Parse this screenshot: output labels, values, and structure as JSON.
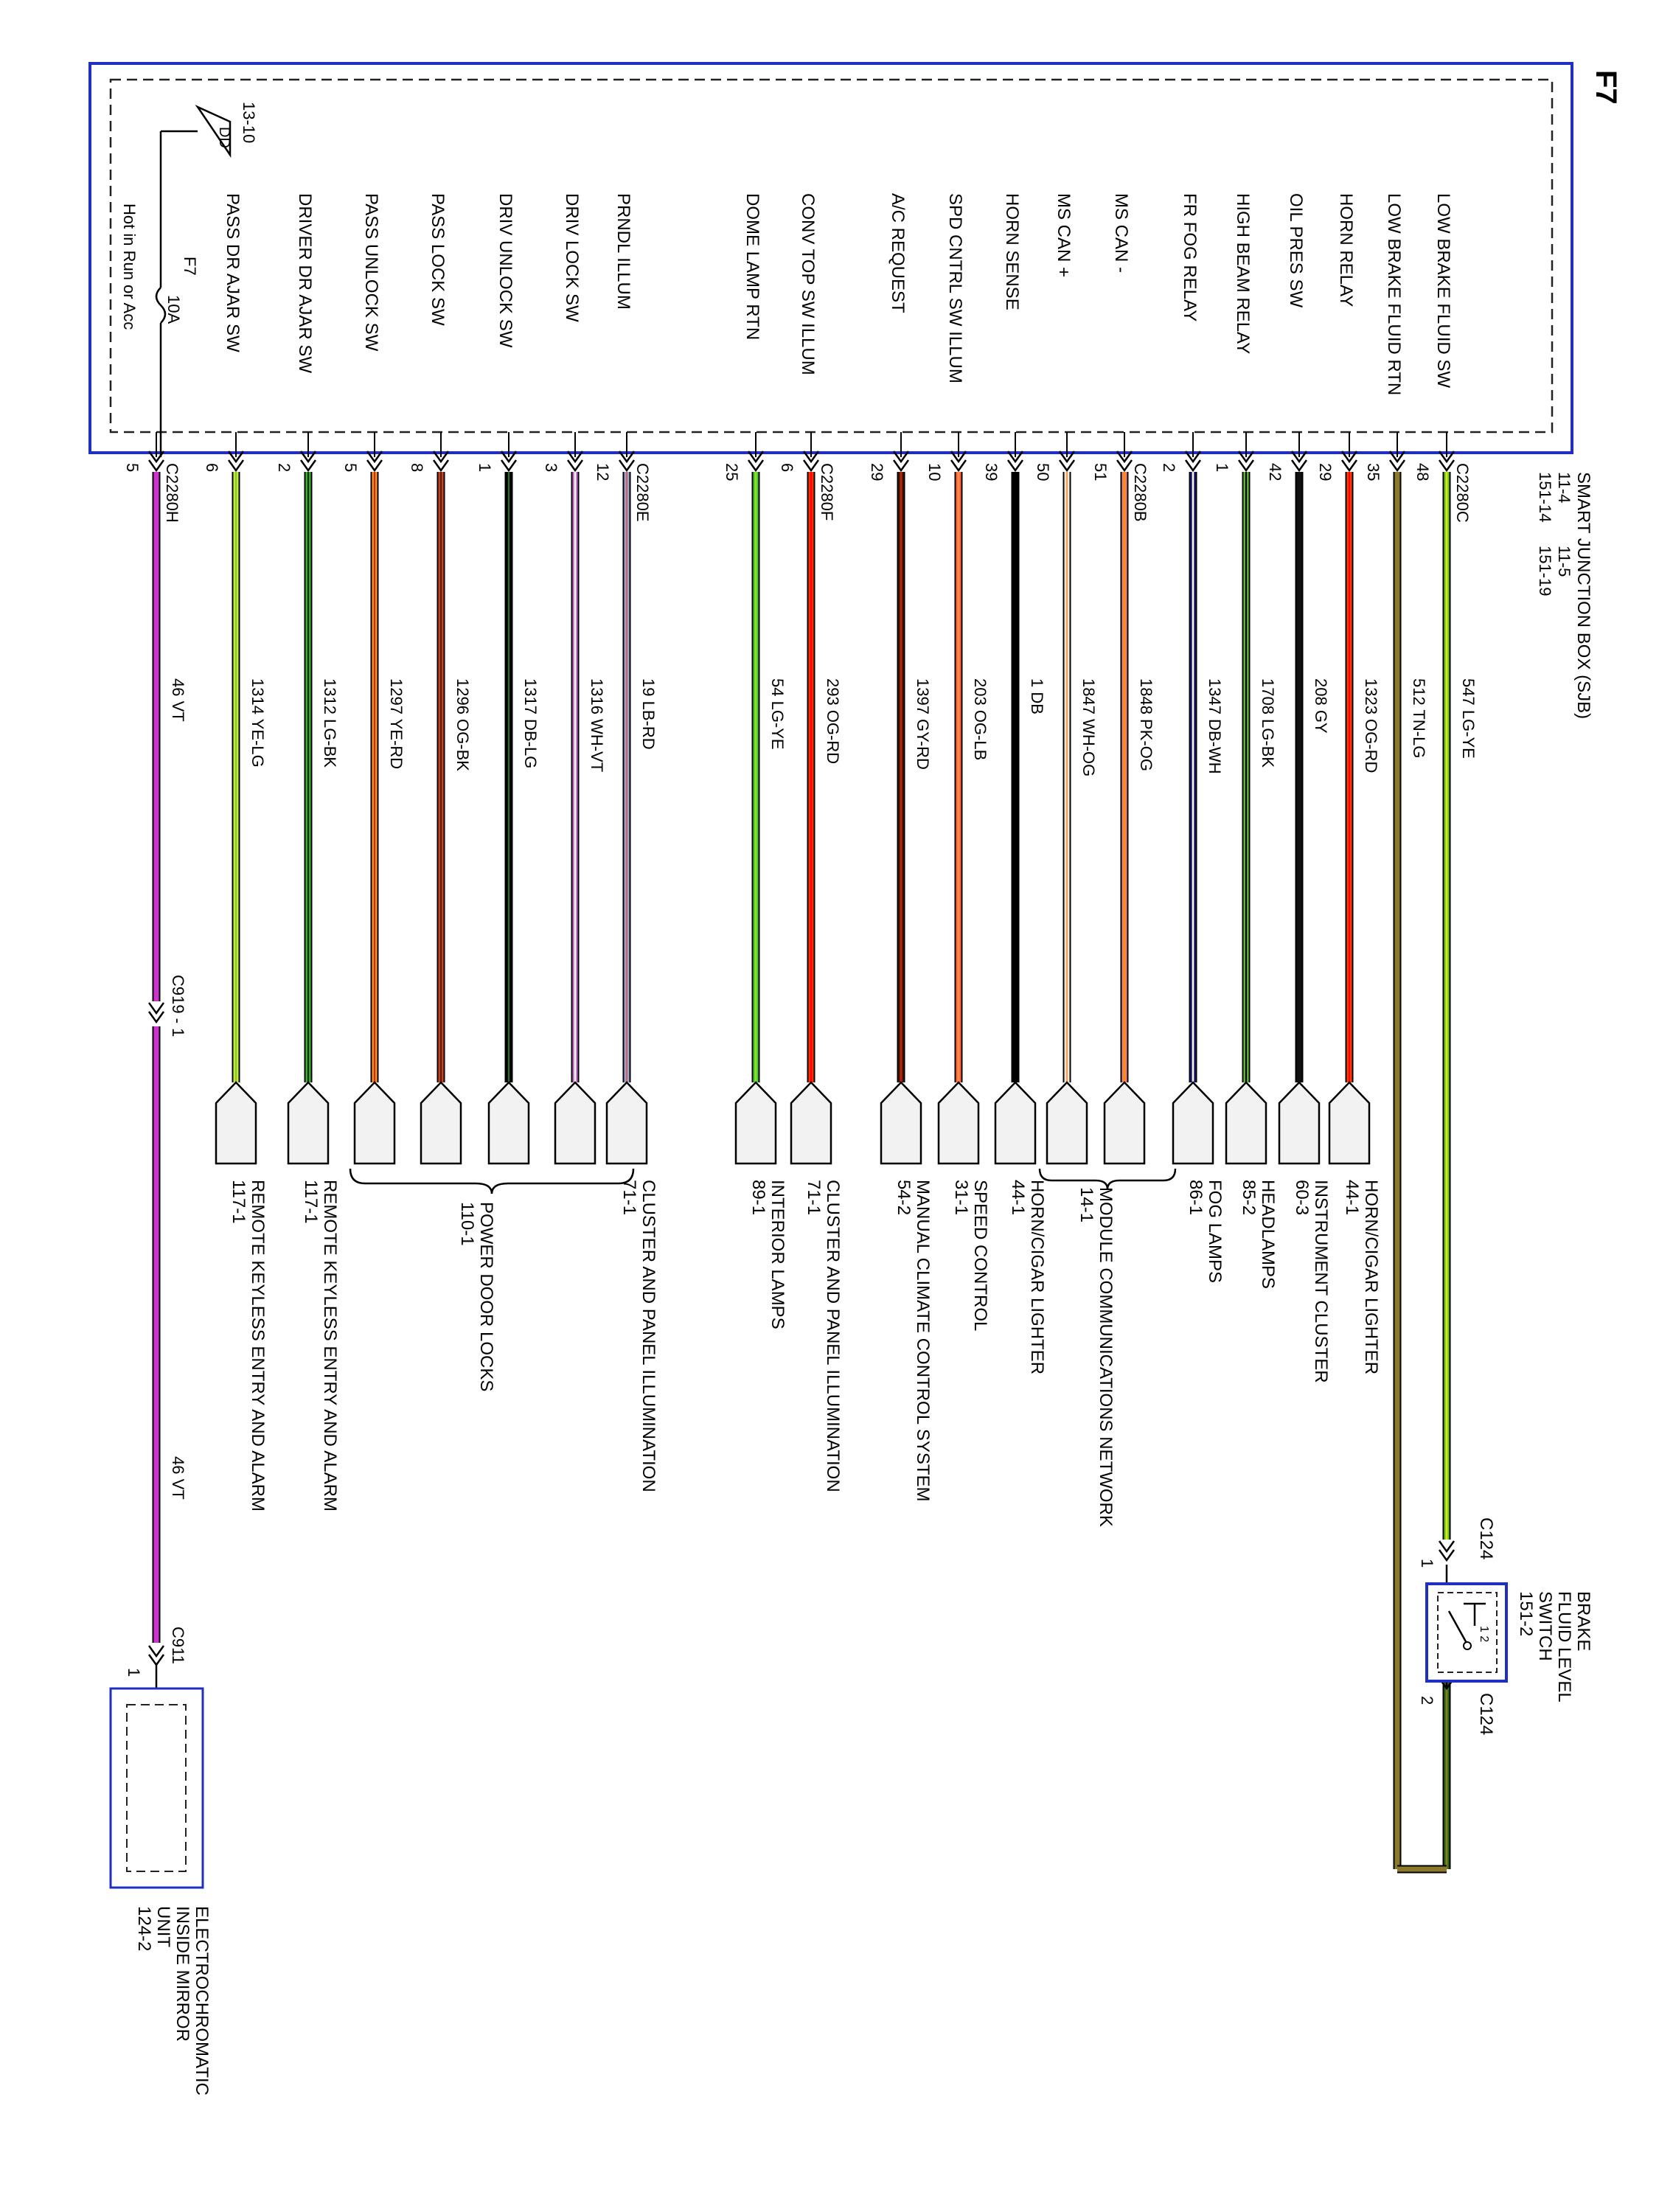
{
  "page_label": "F7",
  "sjb": {
    "title": "SMART JUNCTION BOX (SJB)",
    "refs": [
      "11-4",
      "11-5",
      "151-14",
      "151-19"
    ],
    "power_note": "Hot in Run or Acc",
    "ground_ref": "13-10",
    "ground_tag": "DD",
    "fuse": {
      "label": "F7",
      "rating": "10A"
    }
  },
  "circuits": [
    {
      "func": "LOW BRAKE FLUID SW",
      "pin": "48",
      "conn": "C2280C",
      "num": "547",
      "color": "LG-YE",
      "c1": "#66cc33",
      "c2": "#e6e600",
      "dest": "brake"
    },
    {
      "func": "LOW BRAKE FLUID RTN",
      "pin": "35",
      "conn": "",
      "num": "512",
      "color": "TN-LG",
      "c1": "#8a7a2a",
      "c2": "#8a7a2a",
      "dest": "brake"
    },
    {
      "func": "HORN RELAY",
      "pin": "29",
      "conn": "",
      "num": "1323",
      "color": "OG-RD",
      "c1": "#ff4400",
      "c2": "#ff0000",
      "dest": "HORN/CIGAR LIGHTER",
      "ref": "44-1"
    },
    {
      "func": "OIL PRES SW",
      "pin": "42",
      "conn": "",
      "num": "208",
      "color": "GY",
      "c1": "#111111",
      "c2": "#111111",
      "dest": "INSTRUMENT CLUSTER",
      "ref": "60-3"
    },
    {
      "func": "HIGH BEAM RELAY",
      "pin": "1",
      "conn": "",
      "num": "1708",
      "color": "LG-BK",
      "c1": "#66cc33",
      "c2": "#000000",
      "dest": "HEADLAMPS",
      "ref": "85-2"
    },
    {
      "func": "FR FOG RELAY",
      "pin": "2",
      "conn": "",
      "num": "1347",
      "color": "DB-WH",
      "c1": "#1a1a80",
      "c2": "#ffffff",
      "dest": "FOG LAMPS",
      "ref": "86-1"
    },
    {
      "func": "MS CAN -",
      "pin": "51",
      "conn": "C2280B",
      "num": "1848",
      "color": "PK-OG",
      "c1": "#f08080",
      "c2": "#ff8c00",
      "dest": ""
    },
    {
      "func": "MS CAN +",
      "pin": "50",
      "conn": "",
      "num": "1847",
      "color": "WH-OG",
      "c1": "#f5eedd",
      "c2": "#f0a060",
      "dest": ""
    },
    {
      "func": "HORN SENSE",
      "pin": "39",
      "conn": "",
      "num": "1",
      "color": "DB",
      "c1": "#000000",
      "c2": "#000000",
      "dest": "HORN/CIGAR LIGHTER",
      "ref": "44-1"
    },
    {
      "func": "SPD CNTRL SW ILLUM",
      "pin": "10",
      "conn": "",
      "num": "203",
      "color": "OG-LB",
      "c1": "#ff6a33",
      "c2": "#ff8855",
      "dest": "SPEED CONTROL",
      "ref": "31-1"
    },
    {
      "func": "A/C REQUEST",
      "pin": "29",
      "conn": "",
      "num": "1397",
      "color": "GY-RD",
      "c1": "#4a1a10",
      "c2": "#cc2200",
      "dest": "MANUAL CLIMATE CONTROL SYSTEM",
      "ref": "54-2"
    },
    {
      "func": "CONV TOP SW ILLUM",
      "pin": "6",
      "conn": "C2280F",
      "num": "293",
      "color": "OG-RD",
      "c1": "#ff3300",
      "c2": "#ff0000",
      "dest": "CLUSTER AND PANEL ILLUMINATION",
      "ref": "71-1"
    },
    {
      "func": "DOME LAMP RTN",
      "pin": "25",
      "conn": "",
      "num": "54",
      "color": "LG-YE",
      "c1": "#44cc33",
      "c2": "#99dd22",
      "dest": "INTERIOR LAMPS",
      "ref": "89-1"
    },
    {
      "func": "PRNDL ILLUM",
      "pin": "12",
      "conn": "C2280E",
      "num": "19",
      "color": "LB-RD",
      "c1": "#99aadd",
      "c2": "#cc6666",
      "dest": "CLUSTER AND PANEL ILLUMINATION",
      "ref": "71-1"
    },
    {
      "func": "DRIV LOCK SW",
      "pin": "3",
      "conn": "",
      "num": "1316",
      "color": "WH-VT",
      "c1": "#cc66cc",
      "c2": "#ffffff",
      "dest": ""
    },
    {
      "func": "DRIV UNLOCK SW",
      "pin": "1",
      "conn": "",
      "num": "1317",
      "color": "DB-LG",
      "c1": "#000000",
      "c2": "#336633",
      "dest": ""
    },
    {
      "func": "PASS LOCK SW",
      "pin": "8",
      "conn": "",
      "num": "1296",
      "color": "OG-BK",
      "c1": "#dd4422",
      "c2": "#552211",
      "dest": ""
    },
    {
      "func": "PASS UNLOCK SW",
      "pin": "5",
      "conn": "",
      "num": "1297",
      "color": "YE-RD",
      "c1": "#ff9933",
      "c2": "#cc3300",
      "dest": ""
    },
    {
      "func": "DRIVER DR AJAR SW",
      "pin": "2",
      "conn": "",
      "num": "1312",
      "color": "LG-BK",
      "c1": "#44bb33",
      "c2": "#113311",
      "dest": "REMOTE KEYLESS ENTRY AND ALARM",
      "ref": "117-1"
    },
    {
      "func": "PASS DR AJAR SW",
      "pin": "6",
      "conn": "",
      "num": "1314",
      "color": "YE-LG",
      "c1": "#ccee44",
      "c2": "#88cc22",
      "dest": "REMOTE KEYLESS ENTRY AND ALARM",
      "ref": "117-1"
    },
    {
      "func": "",
      "pin": "5",
      "conn": "C2280H",
      "num": "46",
      "color": "VT",
      "c1": "#cc33cc",
      "c2": "#cc33cc",
      "dest": "mirror"
    }
  ],
  "groups": {
    "comm": {
      "dest": "MODULE COMMUNICATIONS NETWORK",
      "ref": "14-1"
    },
    "doors": {
      "dest": "POWER DOOR LOCKS",
      "ref": "110-1"
    }
  },
  "brake_switch": {
    "name": [
      "BRAKE",
      "FLUID LEVEL",
      "SWITCH"
    ],
    "ref": "151-2",
    "conn_top": "C124",
    "pin_top": "1",
    "conn_bottom": "C124",
    "pin_bottom": "2"
  },
  "vt_circuit": {
    "inline_conn": "C919 - 1",
    "second_label_num": "46",
    "second_label_color": "VT",
    "end_conn": "C911",
    "end_pin": "1"
  },
  "mirror": {
    "name": [
      "ELECTROCHROMATIC",
      "INSIDE MIRROR",
      "UNIT"
    ],
    "ref": "124-2"
  }
}
